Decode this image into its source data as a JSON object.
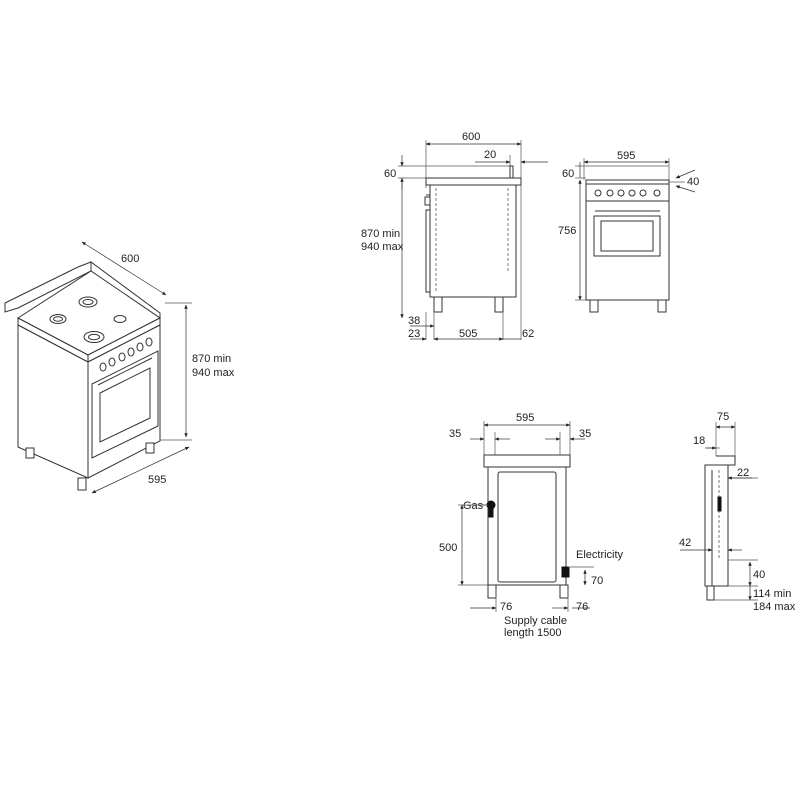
{
  "diagram": {
    "iso_view": {
      "depth": "600",
      "height_min": "870 min",
      "height_max": "940 max",
      "width": "595"
    },
    "side_view": {
      "depth": "600",
      "backguard_offset": "20",
      "backguard_height": "60",
      "height_min": "870 min",
      "height_max": "940 max",
      "foot_a": "38",
      "foot_b": "23",
      "foot_spacing": "505",
      "rear_offset": "62"
    },
    "front_view": {
      "width": "595",
      "backguard_height": "60",
      "panel_offset": "40",
      "body_height": "756"
    },
    "connection_view": {
      "width": "595",
      "left_margin": "35",
      "right_margin": "35",
      "gas_label": "Gas",
      "gas_height": "500",
      "electricity_label": "Electricity",
      "electricity_height": "70",
      "left_foot": "76",
      "right_foot": "76",
      "cable_label_1": "Supply cable",
      "cable_label_2": "length 1500"
    },
    "profile_view": {
      "top_depth": "75",
      "back_offset": "18",
      "inner_offset": "22",
      "side_offset": "42",
      "plinth": "40",
      "leg_min": "114 min",
      "leg_max": "184 max"
    }
  }
}
